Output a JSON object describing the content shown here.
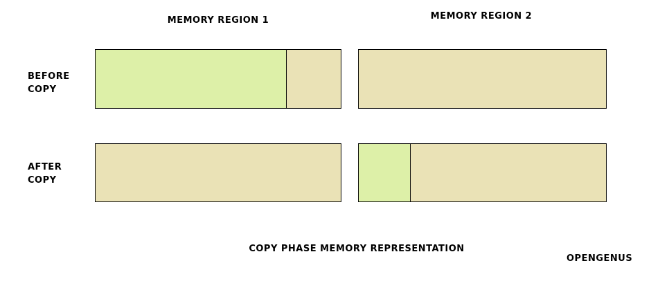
{
  "headers": {
    "region1": "MEMORY REGION 1",
    "region2": "MEMORY REGION 2"
  },
  "rows": {
    "before": {
      "line1": "BEFORE",
      "line2": "COPY"
    },
    "after": {
      "line1": "AFTER",
      "line2": "COPY"
    }
  },
  "caption": "COPY PHASE MEMORY REPRESENTATION",
  "watermark": "OPENGENUS",
  "colors": {
    "used": "#ddf0a8",
    "free": "#eae2b6",
    "border": "#000000"
  },
  "bars": {
    "before_region1": {
      "segments": [
        {
          "type": "used",
          "pct": 78
        },
        {
          "type": "free",
          "pct": 22
        }
      ]
    },
    "before_region2": {
      "segments": [
        {
          "type": "free",
          "pct": 100
        }
      ]
    },
    "after_region1": {
      "segments": [
        {
          "type": "free",
          "pct": 100
        }
      ]
    },
    "after_region2": {
      "segments": [
        {
          "type": "used",
          "pct": 21
        },
        {
          "type": "free",
          "pct": 79
        }
      ]
    }
  }
}
